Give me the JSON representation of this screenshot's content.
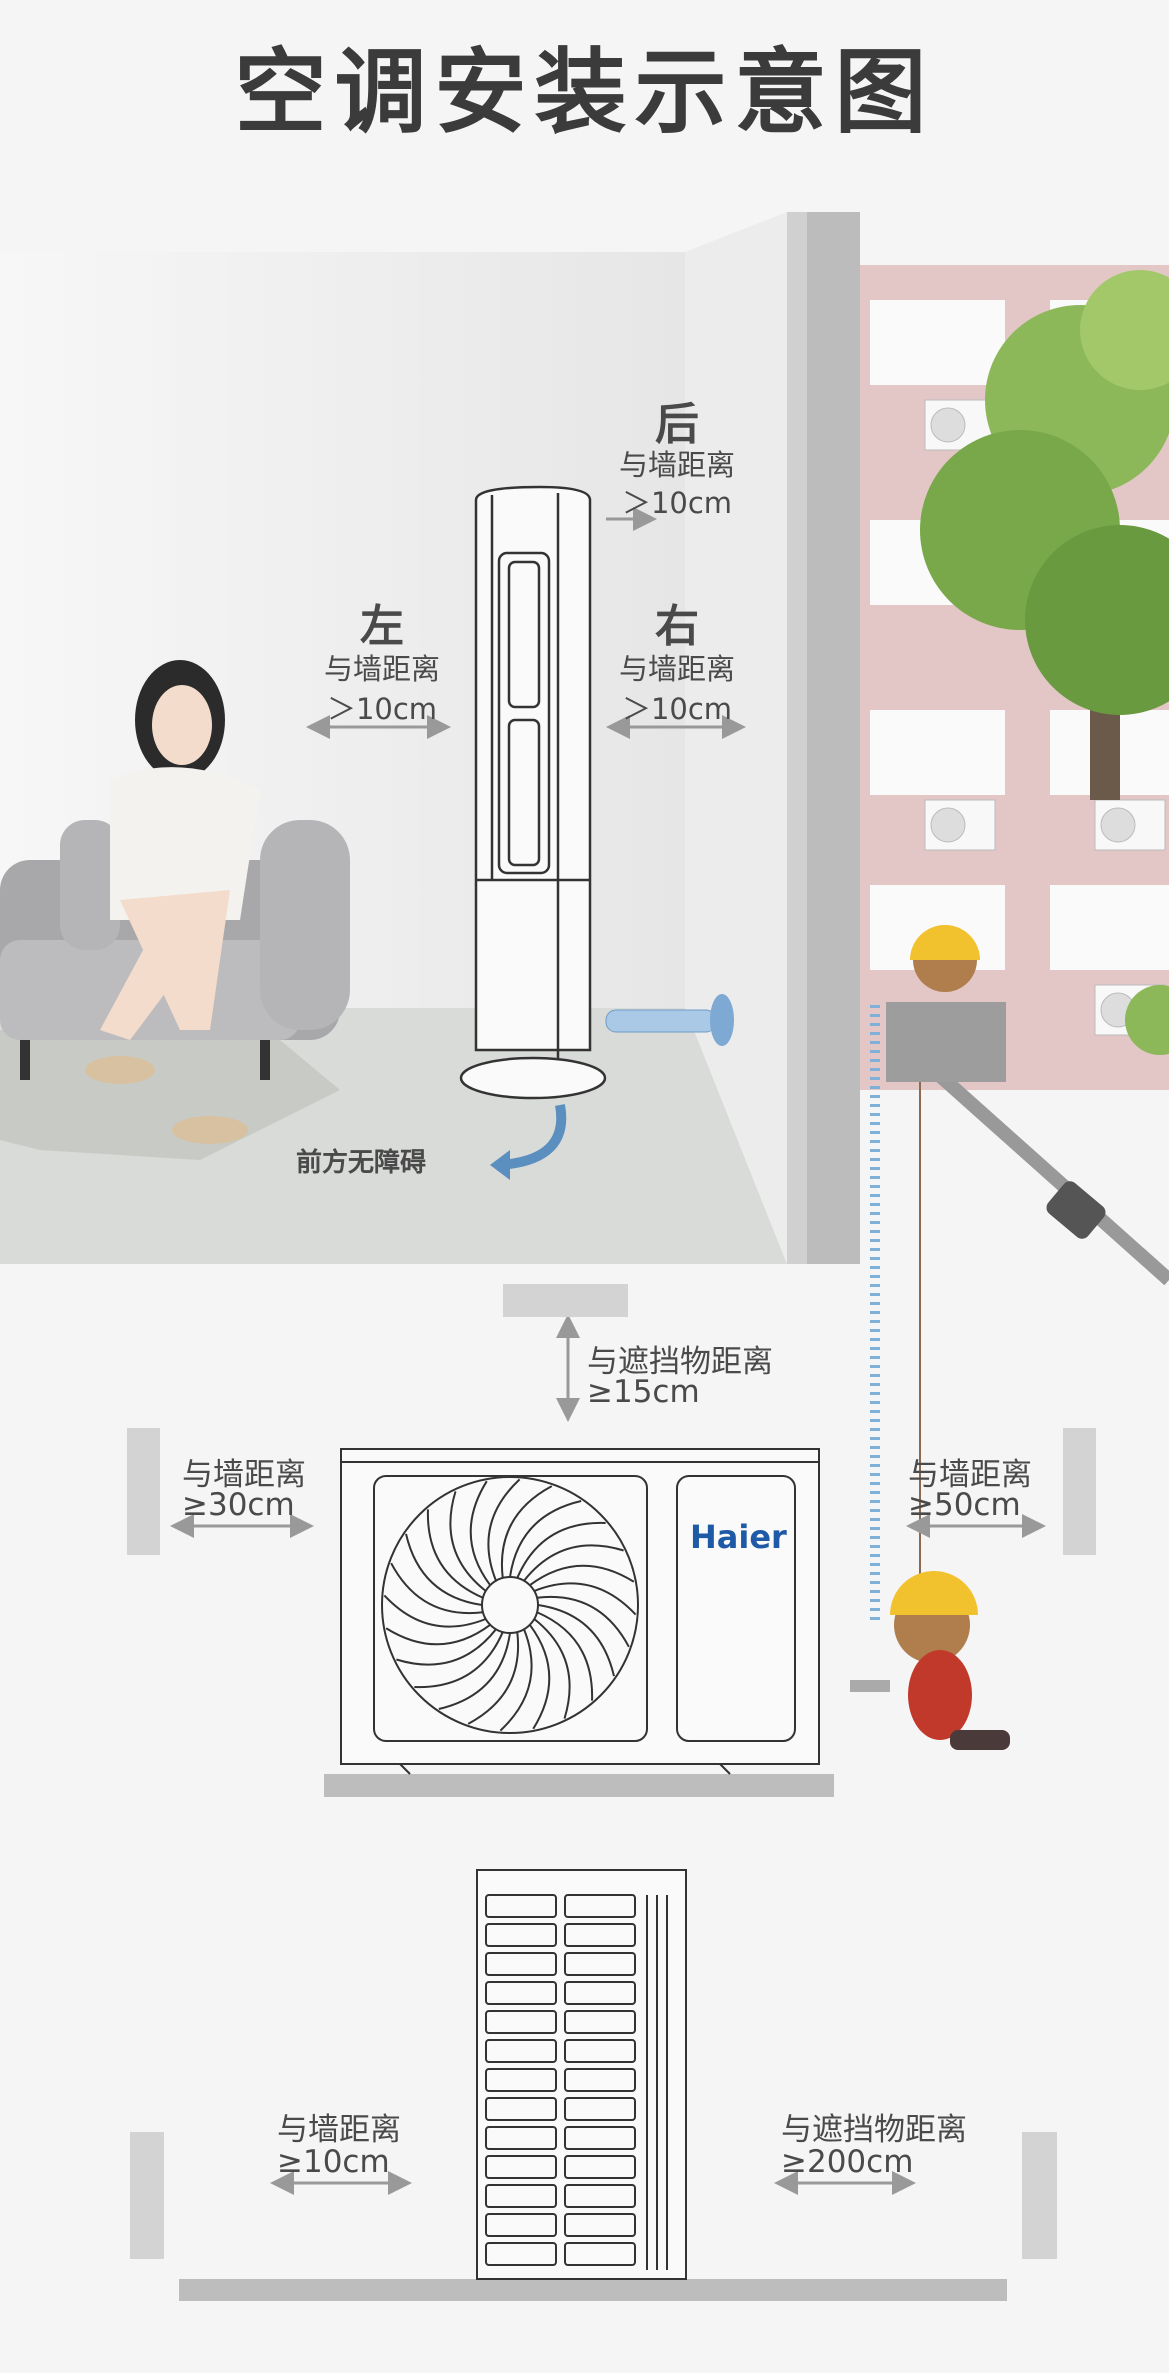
{
  "title": "空调安装示意图",
  "indoor": {
    "back": {
      "dir": "后",
      "label": "与墙距离",
      "value": "＞10cm"
    },
    "left": {
      "dir": "左",
      "label": "与墙距离",
      "value": "＞10cm"
    },
    "right": {
      "dir": "右",
      "label": "与墙距离",
      "value": "＞10cm"
    },
    "front": {
      "label": "前方无障碍"
    }
  },
  "outdoor_split": {
    "top": {
      "label": "与遮挡物距离",
      "value": "≥15cm"
    },
    "left": {
      "label": "与墙距离",
      "value": "≥30cm"
    },
    "right": {
      "label": "与墙距离",
      "value": "≥50cm"
    },
    "brand": "Haier"
  },
  "outdoor_vrf": {
    "left": {
      "label": "与墙距离",
      "value": "≥10cm"
    },
    "right": {
      "label": "与遮挡物距离",
      "value": "≥200cm"
    }
  },
  "colors": {
    "brand": "#1f5aa6",
    "text": "#4a4a4a",
    "building": "#e3c7c7",
    "pipe": "#7fb1d8",
    "helmet": "#f2c12e"
  }
}
